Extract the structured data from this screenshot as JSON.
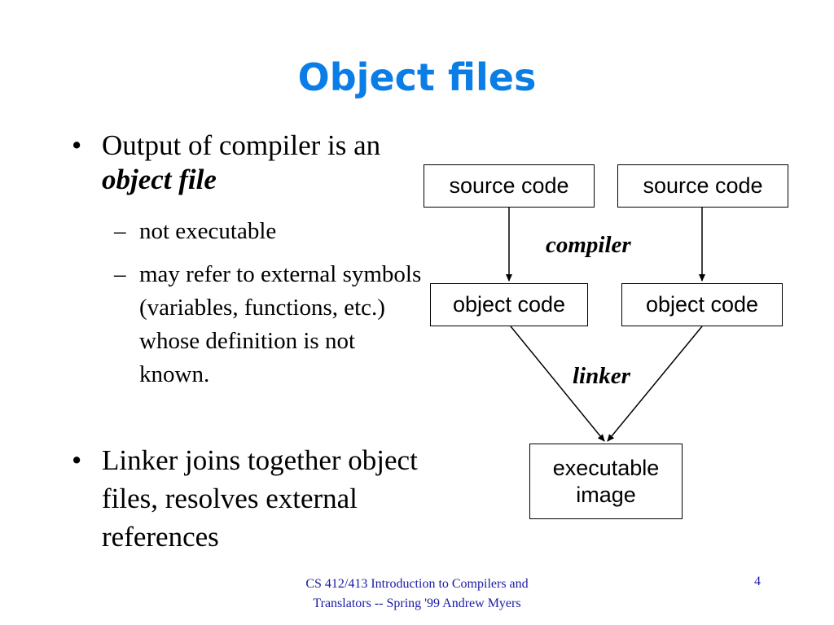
{
  "slide": {
    "title": "Object files",
    "bullets": {
      "b1_prefix": "Output of  compiler is an ",
      "b1_term": "object file",
      "sub1": "not executable",
      "sub2": "may refer to external symbols (variables, functions, etc.) whose definition is not known.",
      "b2": "Linker joins together object files, resolves external references",
      "dot": "•",
      "dash": "–"
    },
    "diagram": {
      "source_left": "source code",
      "source_right": "source code",
      "compiler_label": "compiler",
      "object_left": "object code",
      "object_right": "object code",
      "linker_label": "linker",
      "exec_line1": "executable",
      "exec_line2": "image"
    },
    "footer": {
      "text": "CS 412/413 Introduction to Compilers and Translators -- Spring '99    Andrew Myers",
      "page_number": "4"
    }
  },
  "colors": {
    "title": "#0a7ee6",
    "footer": "#1a1aa6"
  }
}
